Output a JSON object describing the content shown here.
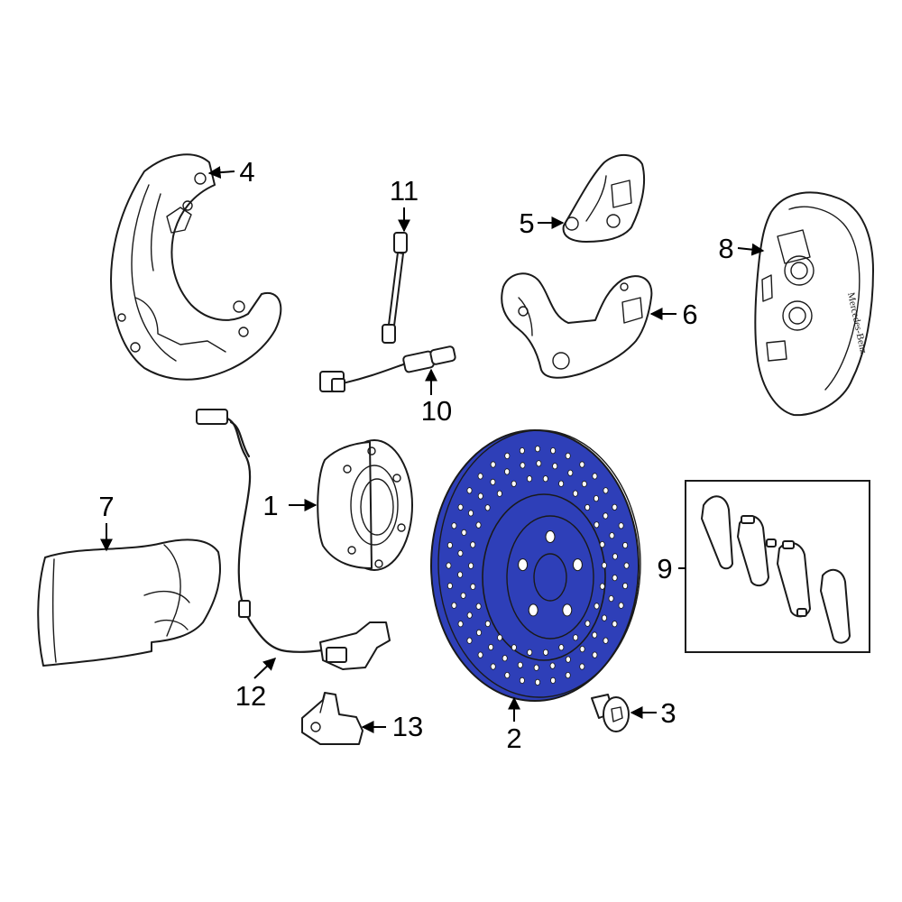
{
  "colors": {
    "highlight": "#2e3fb8",
    "line": "#1a1a1a",
    "background": "#ffffff"
  },
  "caliper_brand": "Mercedes-Benz",
  "callouts": [
    "1",
    "2",
    "3",
    "4",
    "5",
    "6",
    "7",
    "8",
    "9",
    "10",
    "11",
    "12",
    "13"
  ]
}
